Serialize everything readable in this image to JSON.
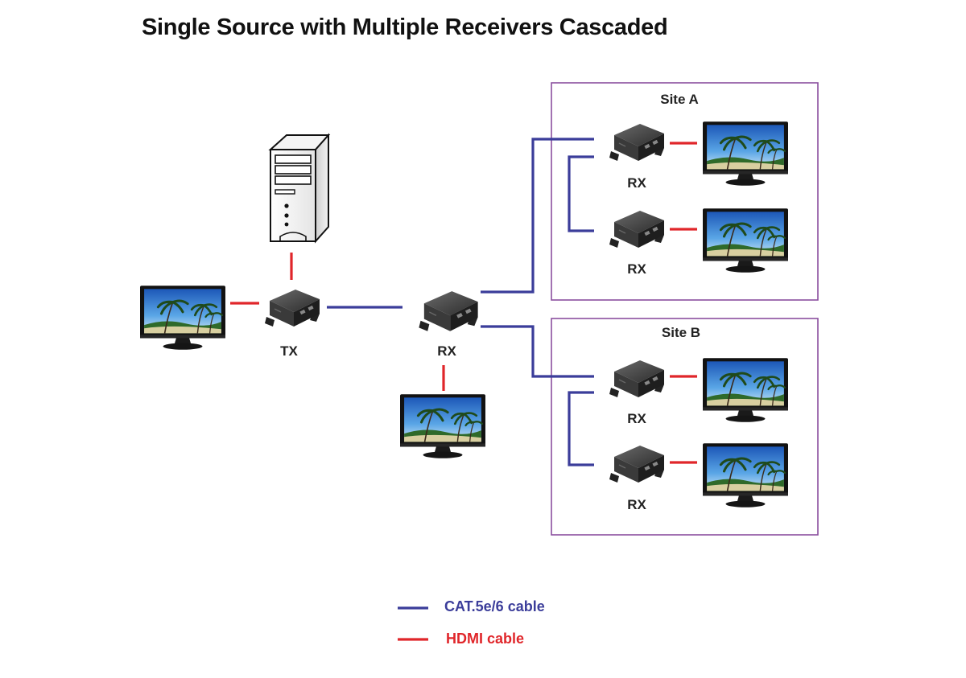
{
  "title": "Single Source with Multiple Receivers Cascaded",
  "devices": {
    "tx_label": "TX",
    "rx_labels": [
      "RX",
      "RX",
      "RX",
      "RX",
      "RX"
    ]
  },
  "sites": [
    {
      "name": "Site A"
    },
    {
      "name": "Site B"
    }
  ],
  "legend": {
    "cat_label": "CAT.5e/6 cable",
    "hdmi_label": "HDMI cable"
  },
  "colors": {
    "cat_cable": "#3b3d9a",
    "hdmi_cable": "#e0262a",
    "site_border": "#8a4f9e",
    "cat_text": "#3b3d9a",
    "hdmi_text": "#e0262a"
  }
}
